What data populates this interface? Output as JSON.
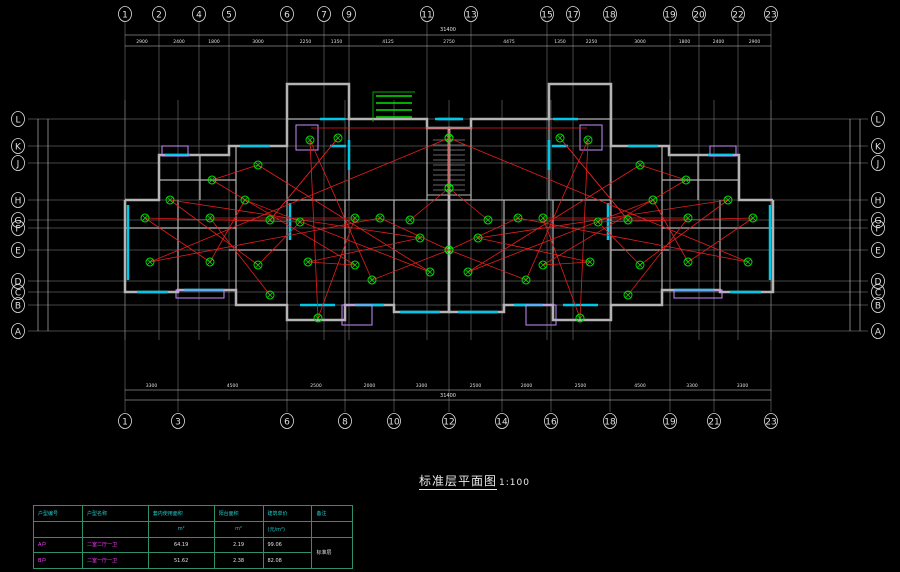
{
  "drawing": {
    "title": "标准层平面图",
    "scale": "1:100",
    "top_axes": [
      "1",
      "2",
      "4",
      "5",
      "6",
      "7",
      "9",
      "11",
      "13",
      "15",
      "17",
      "18",
      "19",
      "20",
      "22",
      "23"
    ],
    "bottom_axes": [
      "1",
      "3",
      "6",
      "8",
      "10",
      "12",
      "14",
      "16",
      "18",
      "19",
      "21",
      "23"
    ],
    "row_axes": [
      "L",
      "K",
      "J",
      "H",
      "G",
      "F",
      "E",
      "D",
      "C",
      "B",
      "A"
    ],
    "top_dimensions": [
      "2900",
      "2400",
      "1800",
      "3000",
      "2250",
      "1350",
      "4125",
      "2750",
      "4475",
      "1350",
      "2250",
      "3000",
      "1800",
      "2400",
      "2900"
    ],
    "top_total": "31400",
    "bottom_dimensions": [
      "3300",
      "4500",
      "2500",
      "2000",
      "3300",
      "2500",
      "2000",
      "2500",
      "4500",
      "3300",
      "3300"
    ],
    "bottom_total": "31400",
    "colors": {
      "wall": "#b4b4b4",
      "window": "#00c8e6",
      "wire": "#e61e1e",
      "fixture": "#00e600",
      "furniture": "#c88cff",
      "grid": "#8c8c8c"
    }
  },
  "info_table": {
    "headers": [
      "户型编号",
      "户型名称",
      "套内使用面积",
      "阳台面积",
      "建筑单价",
      "备注"
    ],
    "units": [
      "",
      "",
      "m²",
      "m²",
      "(元/m²)",
      ""
    ],
    "rows": [
      {
        "code": "A户",
        "name": "二室二厅一卫",
        "area": "64.19",
        "balcony": "2.19",
        "price": "99.06"
      },
      {
        "code": "B户",
        "name": "二室一厅一卫",
        "area": "51.62",
        "balcony": "2.38",
        "price": "82.08"
      }
    ],
    "note": "标准层"
  }
}
